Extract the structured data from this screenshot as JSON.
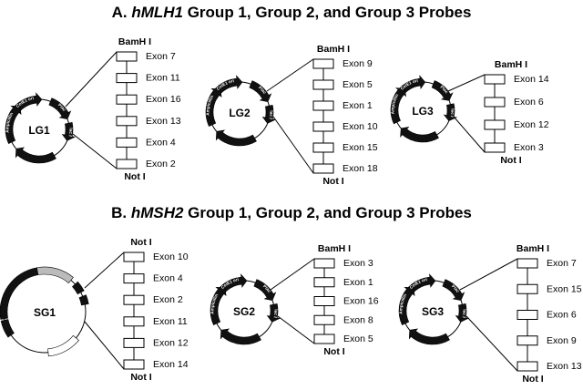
{
  "section_a": {
    "prefix": "A. ",
    "gene": "hMLH1",
    "suffix": " Group 1, Group 2, and Group 3 Probes"
  },
  "section_b": {
    "prefix": "B. ",
    "gene": "hMSH2",
    "suffix": " Group 1, Group 2, and Group 3 Probes"
  },
  "plasmid_labels": {
    "origin": "ColE1 ori",
    "promoter": "Ptac",
    "kanamycin": "Kanamycin",
    "lacI": "lac I",
    "ampicillin": "Ampicillin"
  },
  "probes": [
    {
      "id": "LG1",
      "top_site": "BamH I",
      "bottom_site": "Not I",
      "exons": [
        "Exon 7",
        "Exon 11",
        "Exon 16",
        "Exon 13",
        "Exon 4",
        "Exon 2"
      ]
    },
    {
      "id": "LG2",
      "top_site": "BamH I",
      "bottom_site": "Not I",
      "exons": [
        "Exon 9",
        "Exon 5",
        "Exon 1",
        "Exon 10",
        "Exon 15",
        "Exon 18"
      ]
    },
    {
      "id": "LG3",
      "top_site": "BamH I",
      "bottom_site": "Not I",
      "exons": [
        "Exon 14",
        "Exon 6",
        "Exon 12",
        "Exon 3"
      ]
    },
    {
      "id": "SG1",
      "top_site": "Not I",
      "bottom_site": "Not I",
      "exons": [
        "Exon 10",
        "Exon 4",
        "Exon 2",
        "Exon 11",
        "Exon 12",
        "Exon 14"
      ]
    },
    {
      "id": "SG2",
      "top_site": "BamH I",
      "bottom_site": "Not I",
      "exons": [
        "Exon 3",
        "Exon 1",
        "Exon 16",
        "Exon 8",
        "Exon 5"
      ]
    },
    {
      "id": "SG3",
      "top_site": "BamH I",
      "bottom_site": "Not I",
      "exons": [
        "Exon 7",
        "Exon 15",
        "Exon 6",
        "Exon 9",
        "Exon 13"
      ]
    }
  ]
}
